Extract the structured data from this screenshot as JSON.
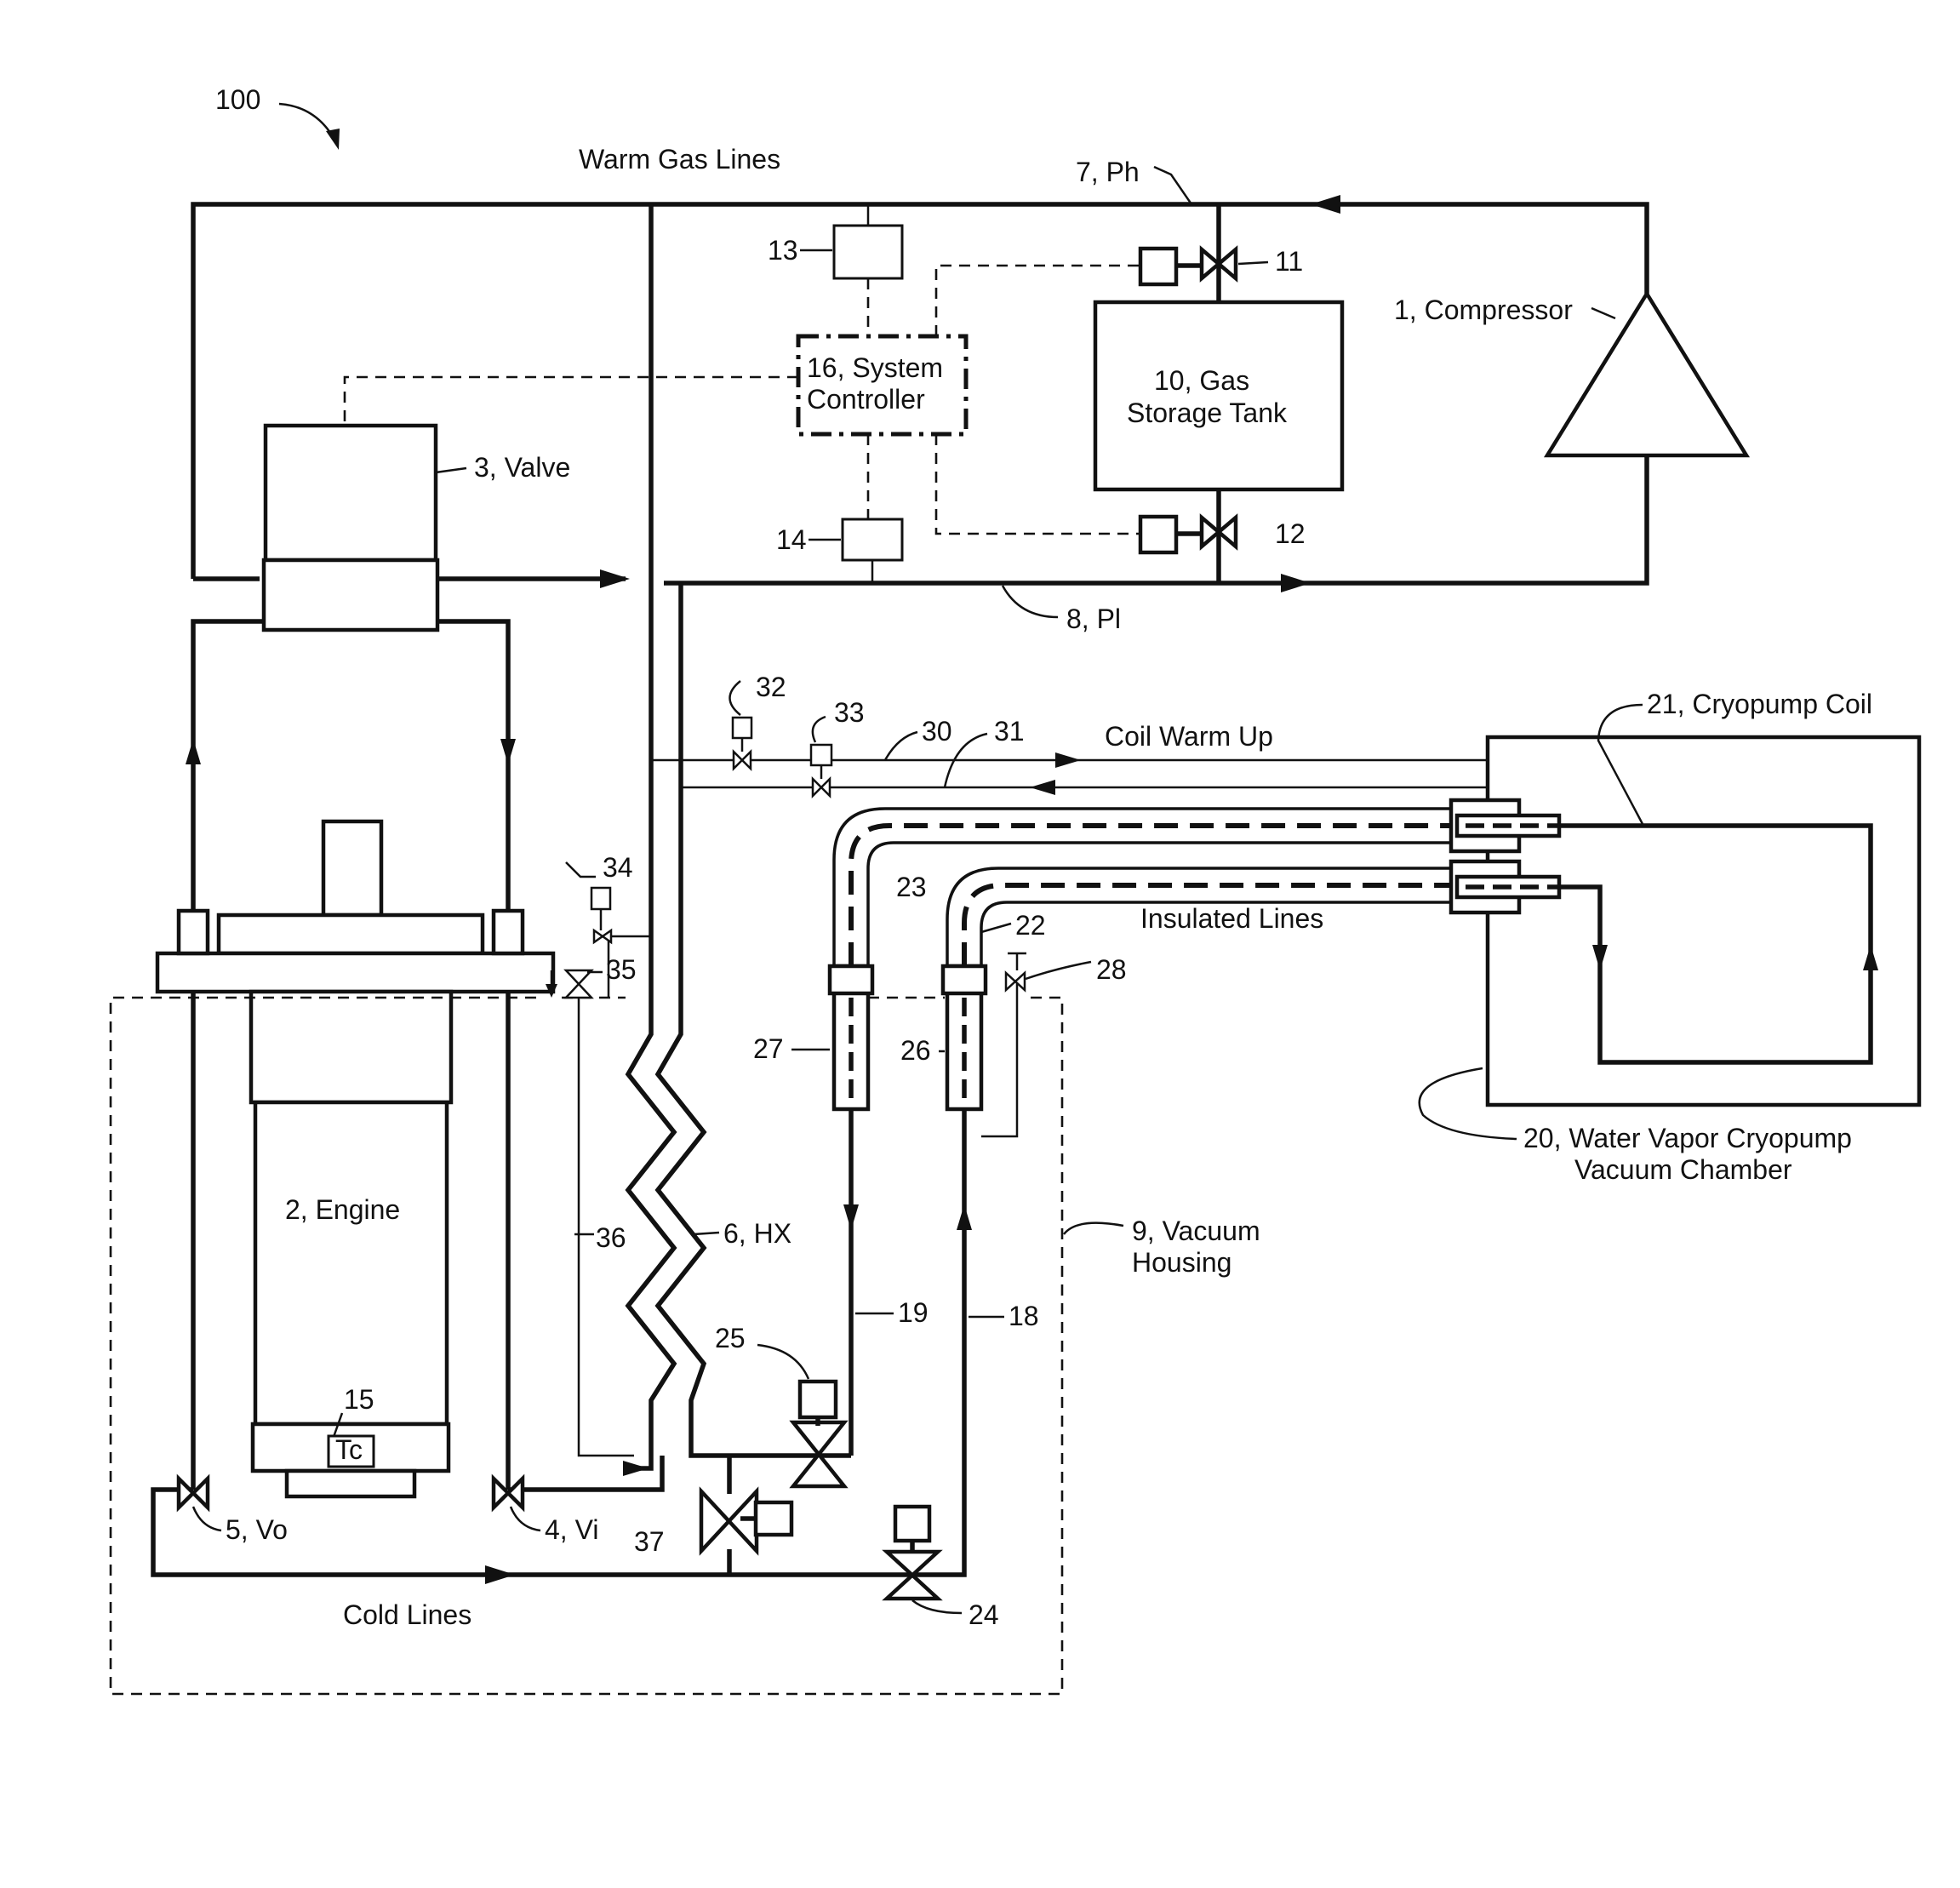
{
  "figure": {
    "ref": "100",
    "warm_gas_lines": "Warm Gas Lines",
    "cold_lines": "Cold Lines",
    "coil_warm_up": "Coil Warm Up",
    "insulated_lines": "Insulated Lines"
  },
  "components": {
    "compressor": "1, Compressor",
    "engine": "2, Engine",
    "valve": "3, Valve",
    "vi": "4, Vi",
    "vo": "5, Vo",
    "hx": "6, HX",
    "ph": "7, Ph",
    "pl": "8, Pl",
    "vacuum_housing_1": "9, Vacuum",
    "vacuum_housing_2": "Housing",
    "tank_1": "10, Gas",
    "tank_2": "Storage Tank",
    "controller_1": "16, System",
    "controller_2": "Controller",
    "tc": "Tc",
    "chamber_1": "20, Water Vapor Cryopump",
    "chamber_2": "Vacuum Chamber",
    "coil": "21, Cryopump Coil"
  },
  "refs": {
    "r11": "11",
    "r12": "12",
    "r13": "13",
    "r14": "14",
    "r15": "15",
    "r18": "18",
    "r19": "19",
    "r22": "22",
    "r23": "23",
    "r24": "24",
    "r25": "25",
    "r26": "26",
    "r27": "27",
    "r28": "28",
    "r30": "30",
    "r31": "31",
    "r32": "32",
    "r33": "33",
    "r34": "34",
    "r35": "35",
    "r36": "36",
    "r37": "37"
  }
}
